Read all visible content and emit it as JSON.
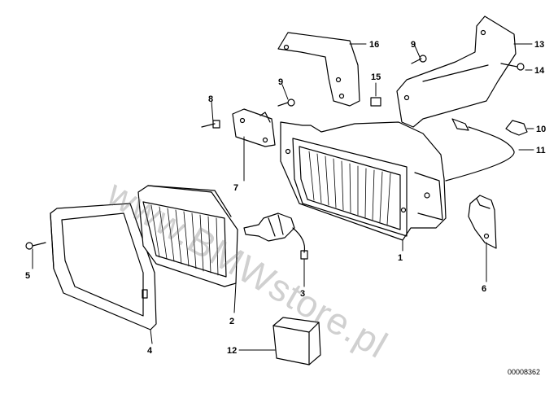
{
  "diagram": {
    "watermark": "www.BMWstore.pl",
    "document_number": "00008362",
    "callouts": {
      "c1": "1",
      "c2": "2",
      "c3": "3",
      "c4": "4",
      "c5": "5",
      "c6": "6",
      "c7": "7",
      "c8": "8",
      "c9a": "9",
      "c9b": "9",
      "c10": "10",
      "c11": "11",
      "c12": "12",
      "c13": "13",
      "c14": "14",
      "c15": "15",
      "c16": "16"
    },
    "colors": {
      "line": "#000000",
      "background": "#ffffff",
      "watermark": "#808080"
    }
  }
}
